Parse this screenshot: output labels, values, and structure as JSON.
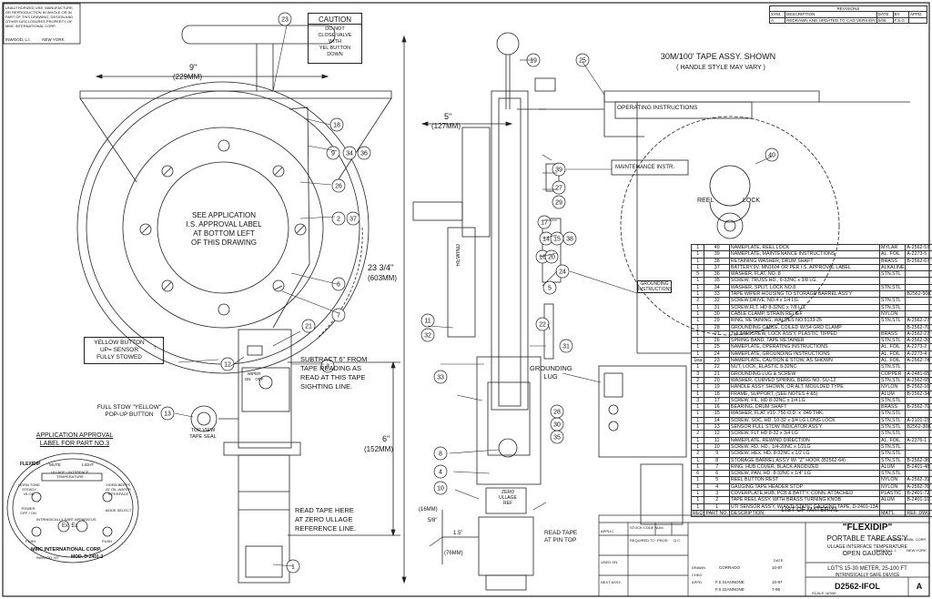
{
  "owner_notice": "UNAUTHORIZED USE, MANUFACTURE, OR REPRODUCTION IN WHOLE OR IN PART OF THIS DRAWING, DESIGN AND OTHER DISCLOSURES PROPERTY OF MMC INTERNATIONAL CORP.",
  "owner_location": "INWOOD, L.I.          NEW YORK",
  "revisions": {
    "title": "REVISIONS",
    "headers": [
      "SYM.",
      "DESCRIPTION",
      "DATE",
      "BY",
      "APPD."
    ],
    "rows": [
      [
        "A",
        "REDRAWN AND UPDATED TO CAD VERSION",
        "5/06",
        "F.S.G",
        ""
      ]
    ]
  },
  "caution": {
    "title": "CAUTION",
    "text": "DO NOT\nCLOSE VALVE\nWITH\nYEL BUTTON\nDOWN"
  },
  "dims": {
    "width_in": "9\"",
    "width_mm": "(229MM)",
    "side_in": "5\"",
    "side_mm": "(127MM)",
    "height_in": "23 3/4\"",
    "height_mm": "(603MM)",
    "six_in": "6\"",
    "six_mm": "(152MM)",
    "bottom_in": "1.5\"",
    "bottom_mm": "(76MM)",
    "small_mm": "(16MM)",
    "small_in": "5/8\""
  },
  "notes": {
    "see_app": "SEE APPLICATION\nI.S. APPROVAL LABEL\nAT BOTTOM LEFT\nOF THIS DRAWING",
    "yellow_btn": "YELLOW BUTTON\nUP= SENSOR\nFULLY STOWED",
    "full_stow": "FULL STOW \"YELLOW\"\nPOP-UP BUTTON",
    "app_label": "APPLICATION APPROVAL\nLABEL FOR PART NO.3",
    "top_view": "TOP VIEW\nTAPE SEAL",
    "subtract": "SUBTRACT 6\" FROM\nTAPE READING AS\nREAD AT THIS TAPE\nSIGHTING LINE.",
    "read_tape": "READ TAPE HERE\nAT ZERO ULLAGE\nREFERENCE LINE.",
    "read_pin": "READ TAPE\nAT PIN TOP",
    "grounding_lug": "GROUNDING\nLUG",
    "grounding_instr": "GROUNDING\nINSTRUCTIONS",
    "tape_assy": "30M/100' TAPE ASSY. SHOWN",
    "handle_style": "( HANDLE STYLE MAY VARY )",
    "operating": "OPERATING INSTRUCTIONS",
    "maintenance": "MAINTENANCE INSTR.",
    "reel": "REEL",
    "lock": "LOCK",
    "rewind": "REWIND",
    "wiper": "WIPER\nON    OFF",
    "zero_ullage": "ZERO\nULLAGE\nREF",
    "label_line1": "ULLAGE / INTERFACE",
    "label_line2": "TEMPERATURE",
    "label_horn": "HORN TONE\nSTEADY\nIN OIL",
    "label_beeps": "HORN BEEPS\nAT OIL-WATER\nINTERFACE",
    "label_power": "POWER\nOFF / ON",
    "label_mode": "MODE SELECT",
    "label_push": "PUSH",
    "label_intrinsic": "INTRINSICALLY SAFE APPARATUS",
    "label_mmc": "MMC INTERNATIONAL CORP.",
    "label_mod": "MOD. D-2401-2",
    "label_inwood": "INWOOD, NY",
    "label_light": "LIGHT",
    "label_mute": "MUTE",
    "label_brand": "FLEXIDIP"
  },
  "callouts": [
    "1",
    "2",
    "3",
    "4",
    "5",
    "6",
    "7",
    "8",
    "9",
    "10",
    "11",
    "12",
    "13",
    "14",
    "15",
    "16",
    "17",
    "18",
    "19",
    "20",
    "21",
    "22",
    "23",
    "24",
    "25",
    "26",
    "27",
    "28",
    "29",
    "30",
    "31",
    "32",
    "33",
    "34",
    "35",
    "36",
    "37",
    "38",
    "39",
    "40"
  ],
  "bom": {
    "title": "LIST OF MATERIAL",
    "headers": [
      "REQ",
      "PART NO.",
      "DESCRIPTION",
      "MAT'L",
      "REF. DWG"
    ],
    "rows": [
      [
        "1",
        "40",
        "NAMEPLATE, REEL LOCK",
        "MYLAR",
        "A-2562-57"
      ],
      [
        "1",
        "39",
        "NAMEPLATE, MAINTENANCE INSTRUCTIONS",
        "AL. FOIL",
        "A-2273-5"
      ],
      [
        "1",
        "38",
        "RETAINING WASHER, DRUM SHAFT",
        "BRASS",
        "B-2562-67"
      ],
      [
        "1",
        "37",
        "BATTERY,9V, MN1604 OR PER I.S. APPROVAL LABEL",
        "ALKALINE",
        ""
      ],
      [
        "5",
        "36",
        "WASHER, FLAT, NO. 8",
        "STN.STL",
        ""
      ],
      [
        "1",
        "35",
        "SCREW, TRUSS HD., 6-32NC x 3/8 LG.",
        "",
        ""
      ],
      [
        "1",
        "34",
        "WASHER, SPLIT, LOCK NO.8",
        "STN.STL",
        ""
      ],
      [
        "1",
        "33",
        "TAPE WIPER HOUSING TO STORAGE BARREL ASS'Y",
        "",
        "B2562-50K"
      ],
      [
        "2",
        "32",
        "SCREW,DRIVE, NO.4 x 1/4 LG.",
        "STN.STL",
        ""
      ],
      [
        "1",
        "31",
        "SCREW,FLT. HD 8-32NC x 7/8 LG.",
        "STN.STL",
        ""
      ],
      [
        "1",
        "30",
        "CABLE CLAMP, STRAIN RELIEF",
        "NYLON",
        ""
      ],
      [
        "1",
        "29",
        "RING, RETAINING, WALDES NO.5133-25",
        "STN.STL",
        "A-2562-27"
      ],
      [
        "1",
        "28",
        "GROUNDING CABLE, COILED W/S4 GRD CLAMP",
        "",
        "B-2562-70"
      ],
      [
        "1",
        "27",
        "THUMBSCREW, LOCK ASS'Y, PLASTIC TIPPED",
        "BRASS",
        "A-2562-27"
      ],
      [
        "1",
        "26",
        "SPRING BAND, TAPE RETAINER",
        "STN.STL",
        "A-2562-26"
      ],
      [
        "1",
        "25",
        "NAMEPLATE, OPERATING INSTRUCTIONS",
        "AL. FOIL",
        "A-2273-2"
      ],
      [
        "1",
        "24",
        "NAMEPLATE, GROUNDING INSTRUCTIONS",
        "AL. FOIL",
        "A-2273-4"
      ],
      [
        "1ea",
        "23",
        "NAMEPLATE, CAUTION & STOW, AS SHOWN",
        "AL. FOIL",
        "A-2562-74"
      ],
      [
        "1",
        "22",
        "NUT, LOCK, ELASTIC 8-32NC",
        "STN.STL",
        ""
      ],
      [
        "3",
        "21",
        "GROUNDING LUG & SCREW",
        "COPPER",
        "A-2481-65"
      ],
      [
        "2",
        "20",
        "WASHER, CURVED SPRING, BERG NO. SU-12",
        "STN.STL",
        "A-2562-65"
      ],
      [
        "1",
        "19",
        "HANDLE ASSY SHOWN, OR ALT. MOULDED TYPE",
        "NYLON",
        "B-2562-16"
      ],
      [
        "1",
        "18",
        "FRAME, SUPPORT, (SEE NOTES 4 &5)",
        "ALUM",
        "B-2562-34"
      ],
      [
        "3",
        "17",
        "SCREW, FIL. HD 8-32NC x 1/4 LG",
        "STN.STL",
        ""
      ],
      [
        "1",
        "16",
        "BEARING, DRUM SHAFT",
        "BRASS",
        "B-2562-70"
      ],
      [
        "1",
        "15",
        "WASHER, FLAT #10 .750 O.D. x .049 THK.",
        "STN.STL",
        ""
      ],
      [
        "1",
        "14",
        "SCREW, SOC. HD. 10-32 x 3/4 LG LONG LOCK",
        "STN.STL",
        "A-2101-15"
      ],
      [
        "1",
        "13",
        "SENSOR FULL STOW INDICATOR ASS'Y",
        "STN.STL",
        "B2562-30K"
      ],
      [
        "2",
        "12",
        "SCREW, FLT HD 8-32 x 3/4 LG",
        "STN.STL",
        ""
      ],
      [
        "1",
        "11",
        "NAMEPLATE, REWIND DIRECTION",
        "AL. FOIL",
        "A-2376-1"
      ],
      [
        "1",
        "10",
        "SCREW, RD. HD., 1/4-20NC x 1/2LG",
        "STN.STL",
        ""
      ],
      [
        "2",
        "9",
        "SCREW, HEX. HD. 8-32NC x 1/2 LG",
        "STN.STL",
        ""
      ],
      [
        "1",
        "8",
        "STORAGE BARREL ASS'Y W/ \"Z\" HOOK (B2562-64)",
        "STN.STL",
        "B-2562-36"
      ],
      [
        "1",
        "7",
        "RING, HUB COVER, BLACK ANODIZED",
        "ALUM",
        "B-2401-48"
      ],
      [
        "6",
        "6",
        "SCREW, PAN, HD. 8-32NC x 1/4\" LG",
        "STN.STL",
        ""
      ],
      [
        "1",
        "5",
        "REEL BUTTON REST",
        "NYLON",
        "A-2562-39"
      ],
      [
        "1",
        "4",
        "GAUGING TAPE HEADER STOP",
        "NYLON",
        "A-2562-76"
      ],
      [
        "1",
        "3",
        "COVERPLATE,HUB, PCB & BATT'Y. CONN. ATTACHED",
        "PLASTIC",
        "B-2401-72"
      ],
      [
        "1",
        "2",
        "TAPE REEL ASSY. WITH BRASS TURNING KNOB",
        "ALUM",
        "B-2401-10"
      ],
      [
        "1",
        "1",
        "UTI SENSOR ASS'Y, W/ANTI-STATIC GAUGING TAPE, D-2401-13A",
        "",
        ""
      ]
    ]
  },
  "title_block": {
    "product": "\"FLEXIDIP\"",
    "line1": "PORTABLE TAPE ASS'Y",
    "line2": "ULLAGE INTERFACE TEMPERATURE",
    "line3": "OPEN GAUGING",
    "line4": "LGT'S 15-30 METER, 25-100 FT",
    "line5": "INTRINSICALLY SAFE DEVICE",
    "dwg_no": "D2562-IFOL",
    "rev": "A",
    "drawn": "CORRADO",
    "date": "10-97",
    "appd1": "F.S.GIANNONE",
    "appd1_date": "10-97",
    "appd2": "F.S.GIANNONE",
    "appd2_date": "7-96",
    "scale": "SCALE: NONE",
    "stock": "STOCK CODE NUM.",
    "company": "MMC INTERNATIONAL CORP.",
    "company_loc": "INWOOD, L.I.          NEW YORK",
    "field_labels": [
      "APPLIC",
      "REQUIRED TO",
      "PROD.",
      "Q.C.",
      "NEXT ASSY.",
      "USED ON",
      "DRAWN",
      "CHKD",
      "APPD",
      "DATE"
    ]
  }
}
